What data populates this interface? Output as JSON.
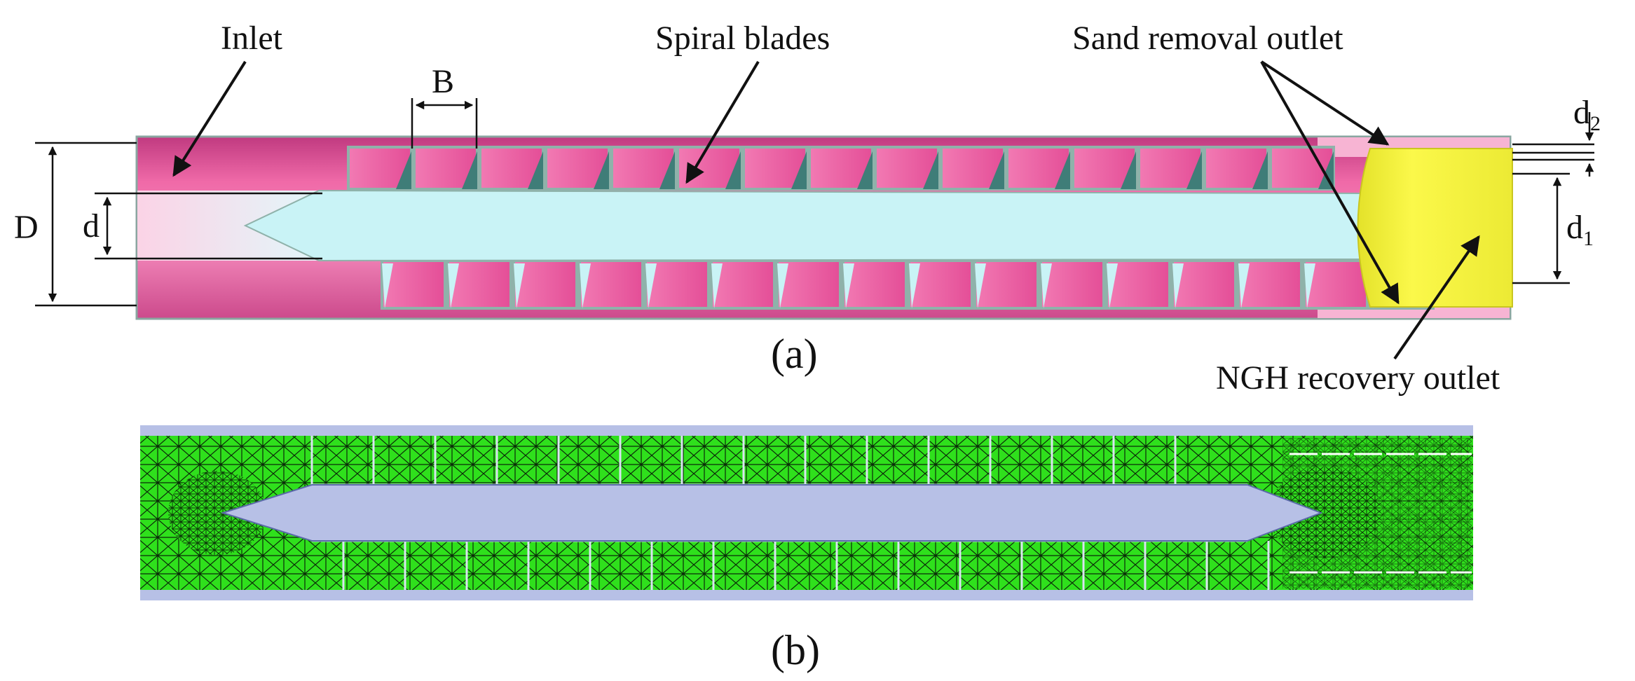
{
  "figure": {
    "panel_a": {
      "caption": "(a)",
      "labels": {
        "inlet": "Inlet",
        "spiral_blades": "Spiral blades",
        "sand_removal_outlet": "Sand removal outlet",
        "ngh_recovery_outlet": "NGH recovery outlet"
      },
      "dimensions": {
        "B": "B",
        "D": "D",
        "d": "d",
        "d1_base": "d",
        "d1_sub": "1",
        "d2_base": "d",
        "d2_sub": "2"
      },
      "colors": {
        "pipe": "#e9579e",
        "pipe_light": "#f4a8cc",
        "core": "#c9f3f6",
        "outlet": "#f2f03a",
        "gap": "#8fb2aa"
      }
    },
    "panel_b": {
      "caption": "(b)",
      "colors": {
        "mesh": "#2fe01c",
        "mesh_line": "#0a2a08",
        "wall": "#b7c0e6"
      }
    }
  }
}
